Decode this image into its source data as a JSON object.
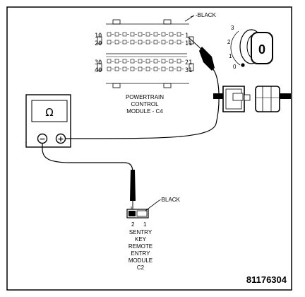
{
  "pcm": {
    "pins_top_left": "10",
    "pins_top_left2": "20",
    "pins_top_right": "1",
    "pins_top_right2": "11",
    "pins_bot_left": "30",
    "pins_bot_left2": "40",
    "pins_bot_right": "21",
    "pins_bot_right2": "31",
    "wire_label": "BLACK",
    "name_line1": "POWERTRAIN",
    "name_line2": "CONTROL",
    "name_line3": "MODULE - C4"
  },
  "ignition": {
    "pos_3": "3",
    "pos_2": "2",
    "pos_1": "1",
    "pos_0": "0",
    "key_position": "0"
  },
  "meter": {
    "symbol": "Ω",
    "neg_terminal": "−",
    "pos_terminal": "+"
  },
  "skrem": {
    "wire_label": "BLACK",
    "pin_2": "2",
    "pin_1": "1",
    "name_line1": "SENTRY",
    "name_line2": "KEY",
    "name_line3": "REMOTE",
    "name_line4": "ENTRY",
    "name_line5": "MODULE",
    "name_line6": "C2"
  },
  "figure_number": "81176304",
  "colors": {
    "ink": "#000000",
    "paper": "#ffffff"
  }
}
